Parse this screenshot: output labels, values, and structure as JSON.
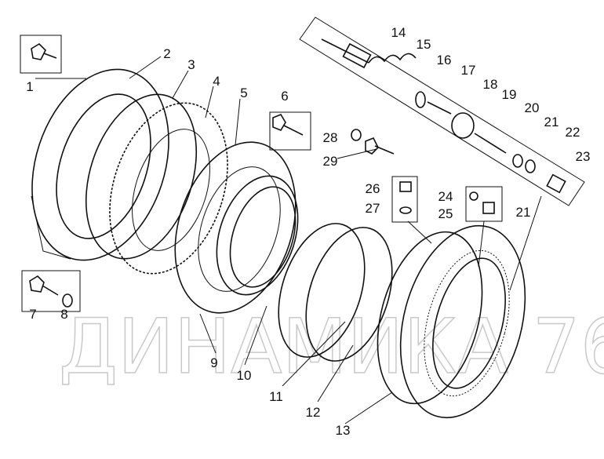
{
  "watermark": "ДИНАМИКА 76",
  "labels": {
    "p1": "1",
    "p2": "2",
    "p3": "3",
    "p4": "4",
    "p5": "5",
    "p6": "6",
    "p7": "7",
    "p8": "8",
    "p9": "9",
    "p10": "10",
    "p11": "11",
    "p12": "12",
    "p13": "13",
    "p14": "14",
    "p15": "15",
    "p16": "16",
    "p17": "17",
    "p18": "18",
    "p19": "19",
    "p20": "20",
    "p21a": "21",
    "p21b": "21",
    "p22": "22",
    "p23": "23",
    "p24": "24",
    "p25": "25",
    "p26": "26",
    "p27": "27",
    "p28": "28",
    "p29": "29"
  }
}
